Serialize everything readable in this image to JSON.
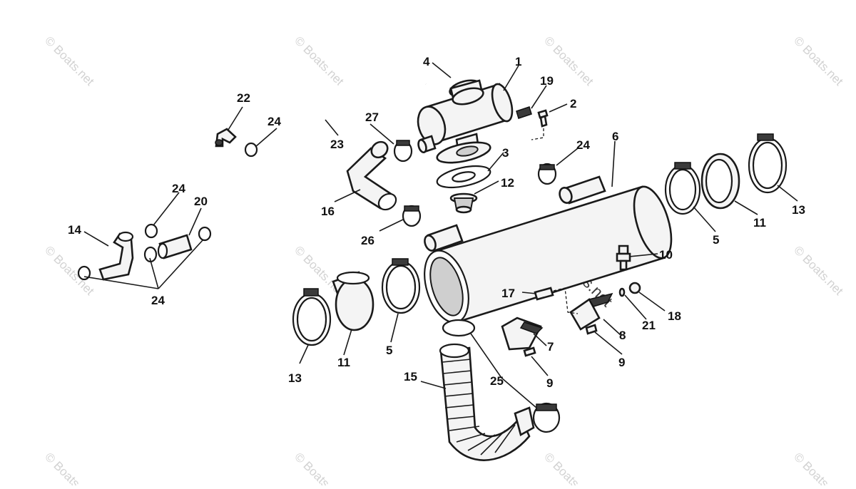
{
  "diagram": {
    "watermark": "© Boats.net",
    "callouts": [
      {
        "id": "c1",
        "text": "1"
      },
      {
        "id": "c2",
        "text": "2"
      },
      {
        "id": "c3",
        "text": "3"
      },
      {
        "id": "c4",
        "text": "4"
      },
      {
        "id": "c5a",
        "text": "5"
      },
      {
        "id": "c5b",
        "text": "5"
      },
      {
        "id": "c6",
        "text": "6"
      },
      {
        "id": "c7",
        "text": "7"
      },
      {
        "id": "c8",
        "text": "8"
      },
      {
        "id": "c9a",
        "text": "9"
      },
      {
        "id": "c9b",
        "text": "9"
      },
      {
        "id": "c10",
        "text": "10"
      },
      {
        "id": "c11a",
        "text": "11"
      },
      {
        "id": "c11b",
        "text": "11"
      },
      {
        "id": "c12",
        "text": "12"
      },
      {
        "id": "c13a",
        "text": "13"
      },
      {
        "id": "c13b",
        "text": "13"
      },
      {
        "id": "c14",
        "text": "14"
      },
      {
        "id": "c15",
        "text": "15"
      },
      {
        "id": "c16",
        "text": "16"
      },
      {
        "id": "c17",
        "text": "17"
      },
      {
        "id": "c18",
        "text": "18"
      },
      {
        "id": "c19",
        "text": "19"
      },
      {
        "id": "c20",
        "text": "20"
      },
      {
        "id": "c21",
        "text": "21"
      },
      {
        "id": "c22",
        "text": "22"
      },
      {
        "id": "c23",
        "text": "23"
      },
      {
        "id": "c24a",
        "text": "24"
      },
      {
        "id": "c24b",
        "text": "24"
      },
      {
        "id": "c24c",
        "text": "24"
      },
      {
        "id": "c24d",
        "text": "24"
      },
      {
        "id": "c25",
        "text": "25"
      },
      {
        "id": "c26",
        "text": "26"
      },
      {
        "id": "c27",
        "text": "27"
      }
    ]
  }
}
